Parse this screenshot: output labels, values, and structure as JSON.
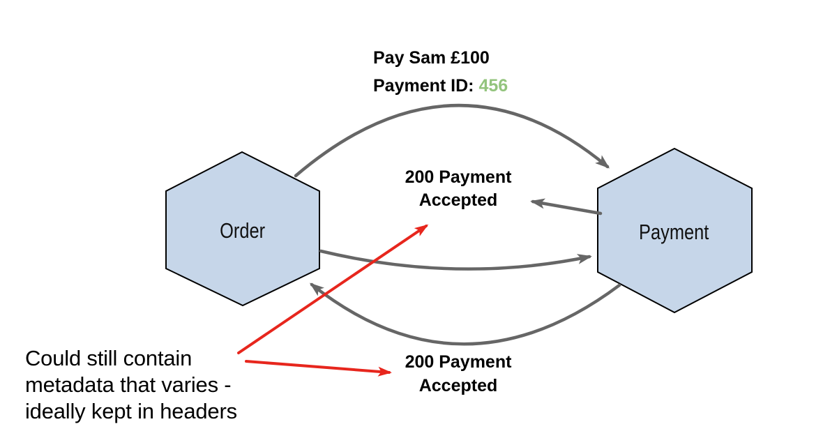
{
  "nodes": {
    "order": {
      "label": "Order"
    },
    "payment": {
      "label": "Payment"
    }
  },
  "request_message": {
    "line1": "Pay Sam £100",
    "id_label": "Payment ID:",
    "id_value": "456"
  },
  "middle_response": {
    "line1": "200 Payment",
    "line2": "Accepted"
  },
  "bottom_response": {
    "line1": "200 Payment",
    "line2": "Accepted"
  },
  "annotation": {
    "lines": [
      "Could still contain",
      "metadata that varies -",
      "ideally kept in headers"
    ]
  },
  "colors": {
    "node_fill": "#c6d6e9",
    "node_border": "#000000",
    "arrow_gray": "#666666",
    "arrow_red": "#e7261d",
    "payment_id_green": "#93c47d",
    "text": "#000000"
  }
}
